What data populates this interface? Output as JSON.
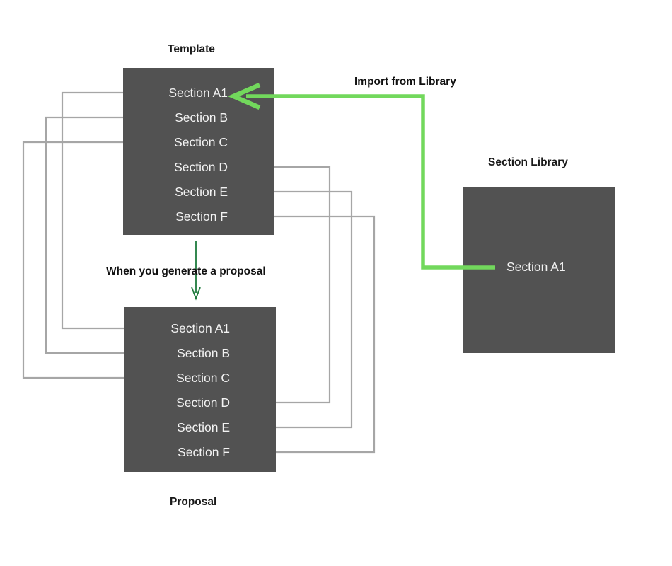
{
  "diagram": {
    "type": "flow-diagram",
    "background_color": "#ffffff",
    "panel_color": "#525252",
    "panel_text_color": "#f2f2f2",
    "connector_color": "#a6a6a6",
    "import_arrow_color": "#72d85c",
    "generate_arrow_color": "#1e7a3c",
    "titles": {
      "template": "Template",
      "proposal": "Proposal",
      "library": "Section Library"
    },
    "annotations": {
      "import": "Import from Library",
      "generate": "When you generate a proposal"
    },
    "template_sections": [
      "Section A1",
      "Section B",
      "Section C",
      "Section D",
      "Section E",
      "Section F"
    ],
    "proposal_sections": [
      "Section A1",
      "Section B",
      "Section C",
      "Section D",
      "Section E",
      "Section F"
    ],
    "library_sections": [
      "Section A1"
    ]
  }
}
